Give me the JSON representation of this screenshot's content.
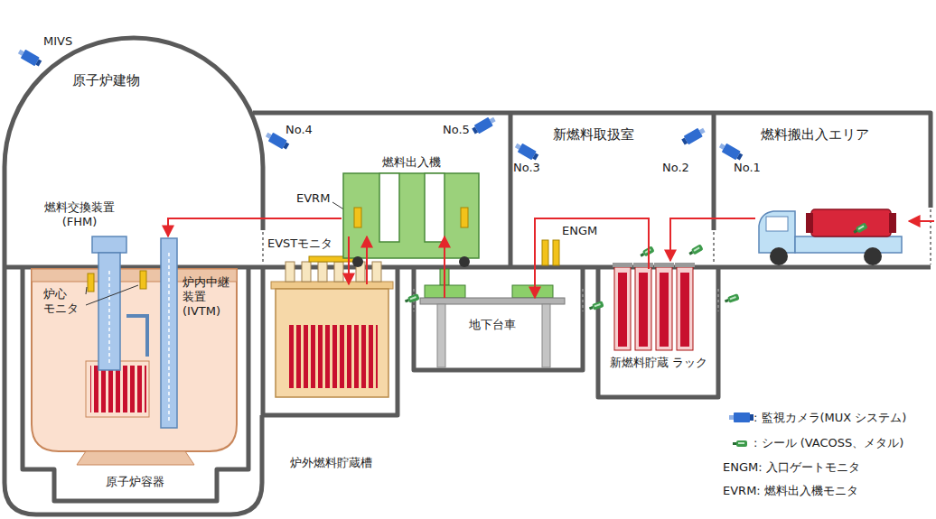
{
  "diagram": {
    "nodes": [
      {
        "text": [
          "燃料交換装置 (FHM)"
        ]
      },
      {
        "text": [
          "炉内中継 装置 (IVTM)"
        ]
      },
      {
        "text": [
          "原子炉容器"
        ]
      },
      {
        "text": [
          "燃料出入機"
        ]
      },
      {
        "text": [
          "炉外燃料貯蔵槽"
        ]
      },
      {
        "text": [
          "地下台車"
        ]
      },
      {
        "text": [
          "新燃料貯蔵 ラック"
        ]
      }
    ],
    "edges": [
      {
        "from": 6,
        "to": 5,
        "arrow": "to"
      },
      {
        "from": 5,
        "to": 3,
        "arrow": "to"
      },
      {
        "from": 3,
        "to": 4,
        "arrow": "to"
      },
      {
        "from": 4,
        "to": 3,
        "arrow": "to"
      },
      {
        "from": 3,
        "to": 1,
        "arrow": "to"
      }
    ],
    "labels": [
      "MIVS",
      "原子炉建物",
      "No.4",
      "No.5",
      "新燃料取扱室",
      "No.3",
      "No.2",
      "燃料搬出入エリア",
      "No.1",
      "EVRM",
      "EVSTモニタ",
      "ENGM",
      "炉心 モニタ"
    ],
    "legend": [
      {
        "text": ": 監視カメラ(MUX システム)"
      },
      {
        "text": ": シール (VACOSS、メタル)"
      },
      {
        "text": "ENGM: 入口ゲートモニタ"
      },
      {
        "text": "EVRM: 燃料出入機モニタ"
      }
    ]
  }
}
